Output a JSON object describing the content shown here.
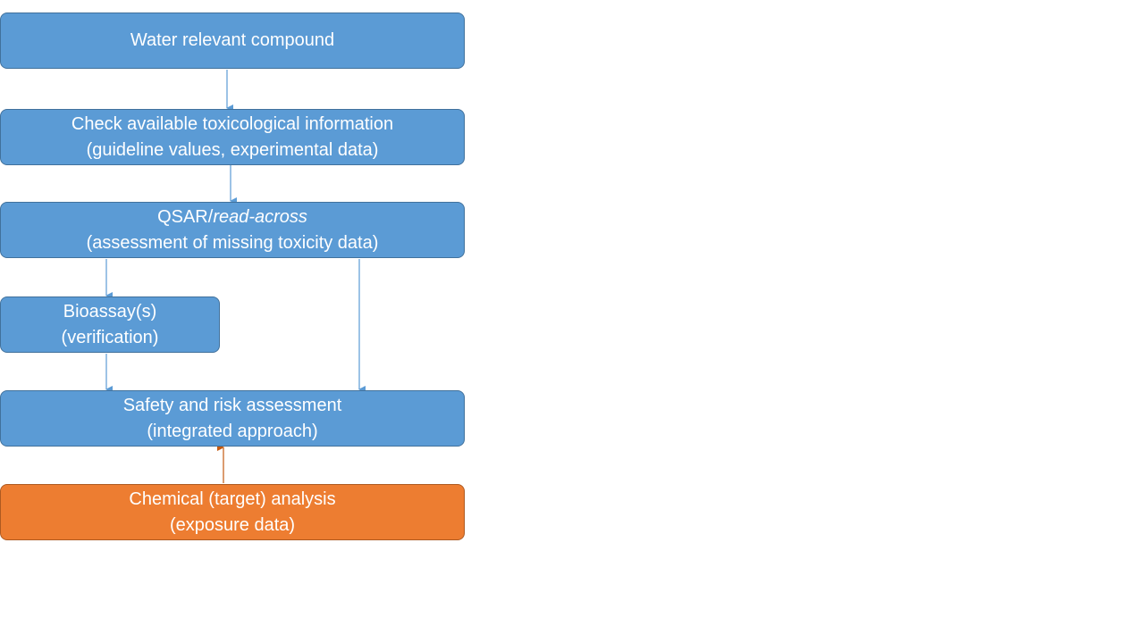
{
  "colors": {
    "box_blue": "#5b9bd5",
    "box_orange": "#ed7d31",
    "arrow_blue": "#5b9bd5",
    "arrow_orange": "#c55a11"
  },
  "nodes": {
    "water_compound": {
      "line1": "Water relevant compound"
    },
    "check_info": {
      "line1": "Check available toxicological information",
      "line2": "(guideline values, experimental data)"
    },
    "qsar": {
      "line1_prefix": "QSAR/",
      "line1_italic": "read-across",
      "line2": "(assessment of missing toxicity data)"
    },
    "bioassay": {
      "line1": "Bioassay(s)",
      "line2": "(verification)"
    },
    "safety": {
      "line1": "Safety and risk assessment",
      "line2": "(integrated approach)"
    },
    "chemical": {
      "line1": "Chemical (target) analysis",
      "line2": "(exposure data)"
    }
  },
  "edges": [
    {
      "from": "water_compound",
      "to": "check_info",
      "color": "blue"
    },
    {
      "from": "check_info",
      "to": "qsar",
      "color": "blue"
    },
    {
      "from": "qsar",
      "to": "bioassay",
      "color": "blue"
    },
    {
      "from": "qsar",
      "to": "safety",
      "color": "blue"
    },
    {
      "from": "bioassay",
      "to": "safety",
      "color": "blue"
    },
    {
      "from": "chemical",
      "to": "safety",
      "color": "orange"
    }
  ]
}
